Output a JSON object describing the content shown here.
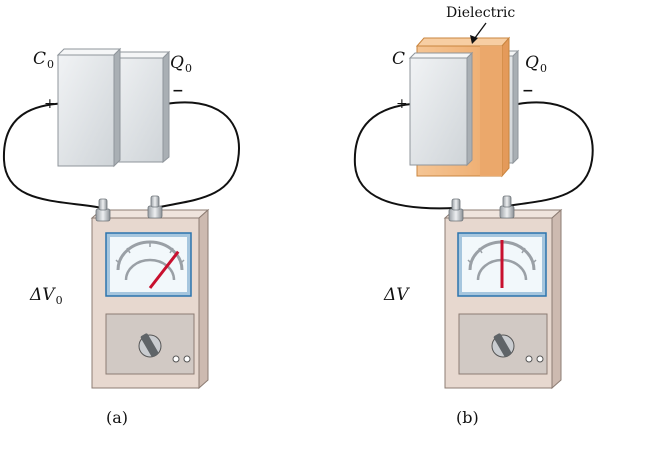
{
  "panel_a": {
    "capacitance": {
      "symbol": "C",
      "subscript": "0"
    },
    "charge": {
      "symbol": "Q",
      "subscript": "0"
    },
    "plus_sign": "+",
    "minus_sign": "−",
    "voltage": {
      "symbol": "ΔV",
      "subscript": "0"
    },
    "caption": "(a)",
    "needle_reading": 0.8
  },
  "panel_b": {
    "capacitance": {
      "symbol": "C",
      "subscript": ""
    },
    "charge": {
      "symbol": "Q",
      "subscript": "0"
    },
    "plus_sign": "+",
    "minus_sign": "−",
    "voltage": {
      "symbol": "ΔV",
      "subscript": ""
    },
    "caption": "(b)",
    "dielectric_label": "Dielectric",
    "needle_reading": 0.5
  },
  "colors": {
    "plate_face": "#e4e7ea",
    "plate_edge": "#9ea4aa",
    "dielectric_front": "#f0b77e",
    "dielectric_side": "#e49a5a",
    "meter_body": "#e7d8cf",
    "meter_side": "#cdbab0",
    "meter_dial_bg": "#f2f8fb",
    "meter_dial_border": "#2c74ad",
    "needle": "#c8102e",
    "knob": "#6f7478",
    "wire": "#111111"
  }
}
